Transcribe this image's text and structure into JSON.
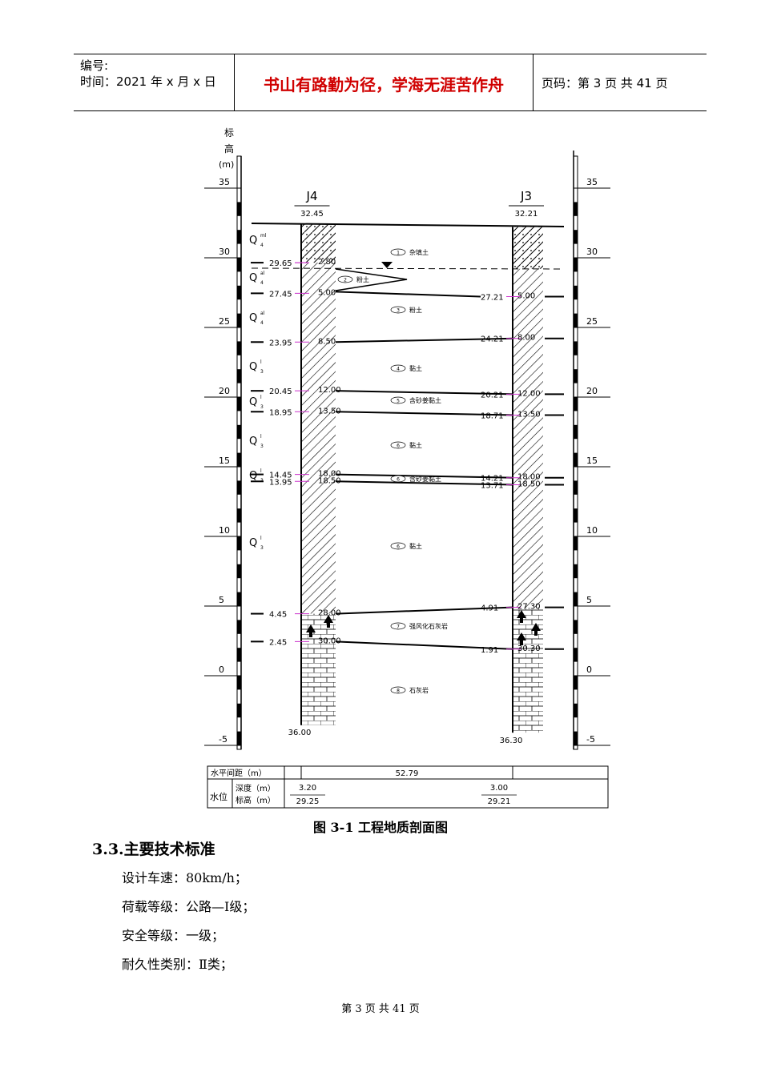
{
  "header": {
    "number_label": "编号:",
    "time_label": "时间：2021 年 x 月 x 日",
    "motto": "书山有路勤为径，学海无涯苦作舟",
    "page_label": "页码：第 3 页  共 41 页"
  },
  "figure": {
    "axis_title": "标高(m)",
    "ticks": [
      "35",
      "30",
      "25",
      "20",
      "15",
      "10",
      "5",
      "0",
      "-5"
    ],
    "holes": [
      {
        "name": "J4",
        "top_elev": "32.45",
        "bottom_depth": "36.00"
      },
      {
        "name": "J3",
        "top_elev": "32.21",
        "bottom_depth": "36.30"
      }
    ],
    "left_elevs": [
      "29.65",
      "27.45",
      "23.95",
      "20.45",
      "18.95",
      "14.45",
      "13.95",
      "4.45",
      "2.45"
    ],
    "left_depths": [
      "2.80",
      "5.00",
      "8.50",
      "12.00",
      "13.50",
      "18.00",
      "18.50",
      "28.00",
      "30.00"
    ],
    "right_elevs": [
      "27.21",
      "24.21",
      "20.21",
      "18.71",
      "14.21",
      "13.71",
      "4.91",
      "1.91"
    ],
    "right_depths": [
      "5.00",
      "8.00",
      "12.00",
      "13.50",
      "18.00",
      "18.50",
      "27.30",
      "30.30"
    ],
    "ages": [
      {
        "main": "Q",
        "sup": "ml",
        "sub": "4"
      },
      {
        "main": "Q",
        "sup": "al",
        "sub": "4"
      },
      {
        "main": "Q",
        "sup": "al",
        "sub": "4"
      },
      {
        "main": "Q",
        "sup": "l",
        "sub": "3"
      },
      {
        "main": "Q",
        "sup": "l",
        "sub": "3"
      },
      {
        "main": "Q",
        "sup": "l",
        "sub": "3"
      },
      {
        "main": "Q",
        "sup": "l",
        "sub": "3"
      },
      {
        "main": "Q",
        "sup": "l",
        "sub": "3"
      }
    ],
    "layers": [
      {
        "num": "1",
        "name": "杂填土"
      },
      {
        "num": "2",
        "name": "粉土"
      },
      {
        "num": "3",
        "name": "粉土"
      },
      {
        "num": "4",
        "name": "黏土"
      },
      {
        "num": "5",
        "name": "含砂姜黏土"
      },
      {
        "num": "6",
        "name": "黏土"
      },
      {
        "num": "6",
        "name": "含砂姜黏土"
      },
      {
        "num": "6",
        "name": "黏土"
      },
      {
        "num": "7",
        "name": "强风化石灰岩"
      },
      {
        "num": "8",
        "name": "石灰岩"
      }
    ],
    "table": {
      "h_label": "水平间距（m）",
      "h_value": "52.79",
      "water_label": "水位",
      "depth_label": "深度（m）",
      "elev_label": "标高（m）",
      "left_depth": "3.20",
      "left_elev": "29.25",
      "right_depth": "3.00",
      "right_elev": "29.21"
    }
  },
  "caption": "图 3-1  工程地质剖面图",
  "section_title": "3.3.主要技术标准",
  "specs": [
    "设计车速：80km/h；",
    "荷载等级：公路—Ⅰ级；",
    "安全等级：一级；",
    "耐久性类别：Ⅱ类；"
  ],
  "footer": "第 3 页 共 41 页",
  "colors": {
    "motto": "#d00000",
    "marker": "#cc33cc"
  }
}
